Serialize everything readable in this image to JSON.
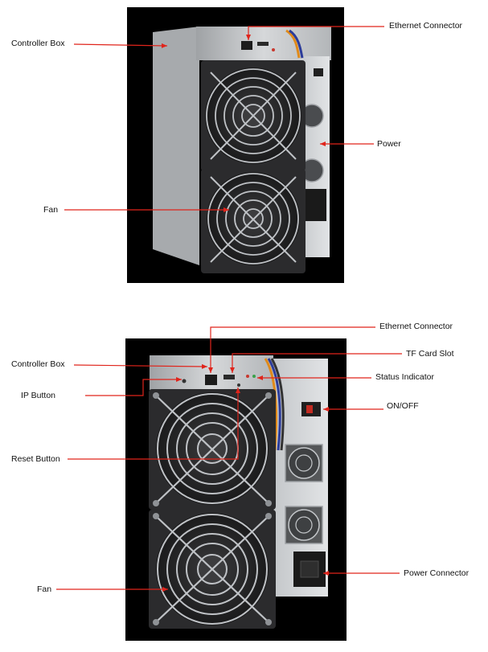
{
  "colors": {
    "arrow": "#e0241b",
    "photo_background": "#000000",
    "chassis": "#c9cbcd",
    "fan_frame": "#2b2b2d",
    "fan_grill": "#bfc2c6"
  },
  "top_view": {
    "labels": {
      "controller_box": "Controller Box",
      "ethernet_connector": "Ethernet Connector",
      "power": "Power",
      "fan": "Fan"
    }
  },
  "front_view": {
    "labels": {
      "controller_box": "Controller Box",
      "ethernet_connector": "Ethernet Connector",
      "tf_card_slot": "TF Card Slot",
      "status_indicator": "Status Indicator",
      "ip_button": "IP Button",
      "on_off": "ON/OFF",
      "reset_button": "Reset Button",
      "fan": "Fan",
      "power_connector": "Power Connector"
    }
  }
}
